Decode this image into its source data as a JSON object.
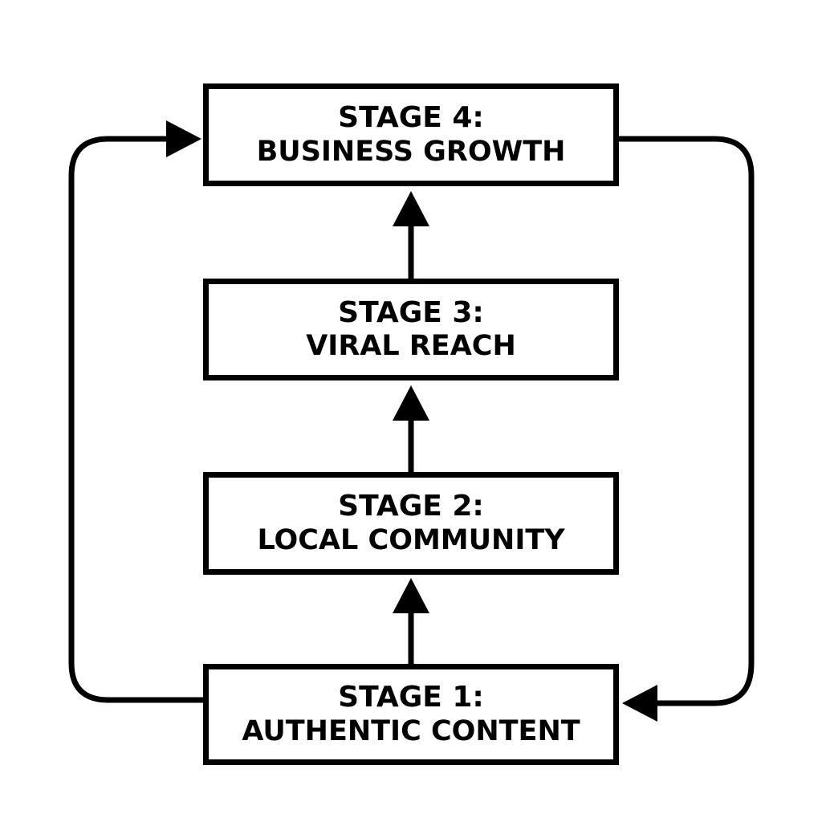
{
  "diagram": {
    "stages": [
      {
        "line1": "STAGE 1:",
        "line2": "AUTHENTIC CONTENT"
      },
      {
        "line1": "STAGE 2:",
        "line2": "LOCAL COMMUNITY"
      },
      {
        "line1": "STAGE 3:",
        "line2": "VIRAL REACH"
      },
      {
        "line1": "STAGE 4:",
        "line2": "BUSINESS GROWTH"
      }
    ],
    "edges": [
      {
        "from": "stage-1",
        "to": "stage-2"
      },
      {
        "from": "stage-2",
        "to": "stage-3"
      },
      {
        "from": "stage-3",
        "to": "stage-4"
      },
      {
        "from": "stage-1",
        "to": "stage-4",
        "route": "left-loop"
      },
      {
        "from": "stage-4",
        "to": "stage-1",
        "route": "right-loop"
      }
    ],
    "colors": {
      "stroke": "#000000",
      "background": "#ffffff"
    }
  }
}
